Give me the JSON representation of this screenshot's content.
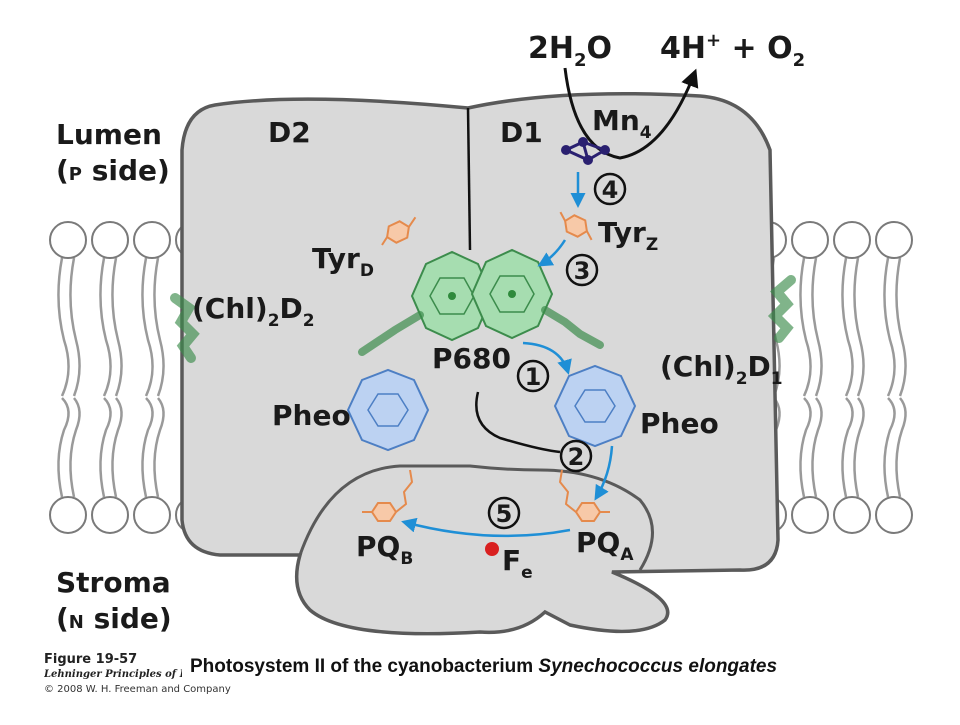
{
  "reactants": {
    "water": "2H",
    "water_sub": "2",
    "water_tail": "O",
    "products_h": "4H",
    "products_h_sup": "+",
    "products_plus": " + O",
    "products_o_sub": "2"
  },
  "labels": {
    "lumen": "Lumen",
    "lumen_side_open": "(",
    "lumen_side_letter": "P",
    "lumen_side_rest": " side)",
    "stroma": "Stroma",
    "stroma_side_open": "(",
    "stroma_side_letter": "N",
    "stroma_side_rest": " side)",
    "d2": "D2",
    "d1": "D1",
    "mn": "Mn",
    "mn_sub": "4",
    "tyr_d": "Tyr",
    "tyr_d_sub": "D",
    "tyr_z": "Tyr",
    "tyr_z_sub": "Z",
    "chl_d2_main": "(Chl)",
    "chl_d2_sub": "2",
    "chl_d2_tail": "D",
    "chl_d2_tail_sub": "2",
    "chl_d1_main": "(Chl)",
    "chl_d1_sub": "2",
    "chl_d1_tail": "D",
    "chl_d1_tail_sub": "1",
    "p680": "P680",
    "pheo_left": "Pheo",
    "pheo_right": "Pheo",
    "pqb": "PQ",
    "pqb_sub": "B",
    "pqa": "PQ",
    "pqa_sub": "A",
    "fe": "F",
    "fe_sub": "e"
  },
  "steps": [
    "1",
    "2",
    "3",
    "4",
    "5"
  ],
  "figure": {
    "number": "Figure 19-57",
    "book": "Lehninger Principles of Biochemistry",
    "copyright": "© 2008 W. H. Freeman and Company"
  },
  "caption": {
    "text": "Photosystem II of the cyanobacterium ",
    "species": "Synechococcus elongates"
  },
  "colors": {
    "protein": "#d9d9d9",
    "outline": "#555555",
    "arrow": "#1f8fd6",
    "chl_green": "#7cc98a",
    "chl_dark": "#3c8c4c",
    "pheo_blue": "#bcd2f2",
    "pheo_dark": "#4d7fc4",
    "tyr_orange": "#e58a4c",
    "mn_purple": "#2a2070",
    "fe_red": "#d92020"
  }
}
